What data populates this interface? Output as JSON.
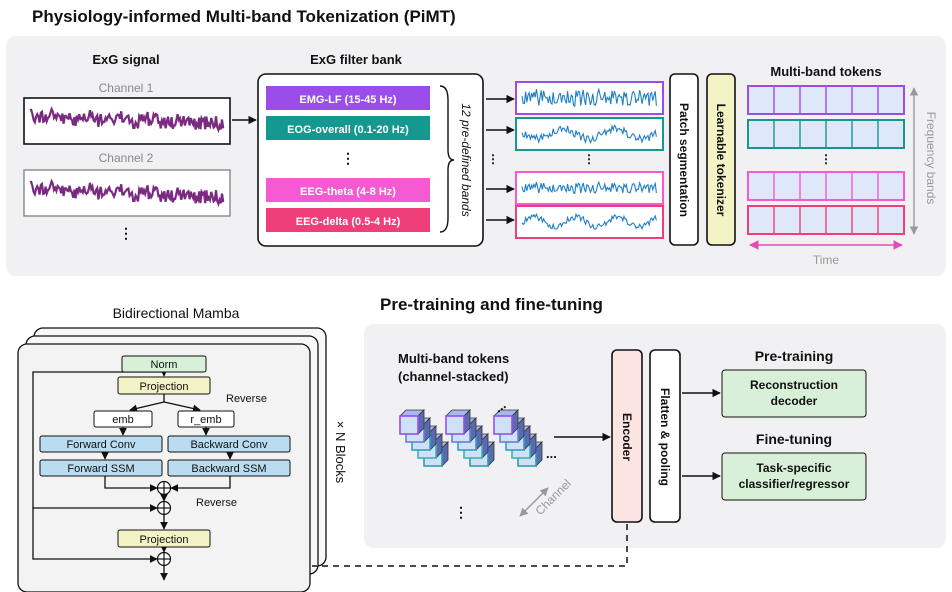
{
  "piMT": {
    "title": "Physiology-informed Multi-band Tokenization (PiMT)",
    "exg_signal": {
      "heading": "ExG signal",
      "channels": [
        "Channel 1",
        "Channel 2"
      ],
      "ellipsis": "⋮"
    },
    "filter_bank": {
      "heading": "ExG filter bank",
      "side_label": "12 pre-defined bands",
      "bands": [
        {
          "label": "EMG-LF (15-45 Hz)",
          "color": "#9b4dea"
        },
        {
          "label": "EOG-overall (0.1-20 Hz)",
          "color": "#149890"
        },
        {
          "label": "EEG-theta (4-8 Hz)",
          "color": "#f55ad3"
        },
        {
          "label": "EEG-delta (0.5-4 Hz)",
          "color": "#ee3f7a"
        }
      ],
      "ellipsis": "⋮"
    },
    "patch_segmentation": "Patch segmentation",
    "learnable_tokenizer": "Learnable tokenizer",
    "tokens": {
      "heading": "Multi-band tokens",
      "frequency_label": "Frequency bands",
      "time_label": "Time",
      "ellipsis": "⋮"
    }
  },
  "mamba": {
    "title": "Bidirectional Mamba",
    "norm": "Norm",
    "projection_top": "Projection",
    "reverse_top": "Reverse",
    "emb": "emb",
    "r_emb": "r_emb",
    "forward_conv": "Forward Conv",
    "backward_conv": "Backward Conv",
    "forward_ssm": "Forward SSM",
    "backward_ssm": "Backward SSM",
    "reverse_bottom": "Reverse",
    "projection_bottom": "Projection",
    "plus": "+",
    "blocks_label": "× N Blocks"
  },
  "pretrain": {
    "title": "Pre-training and fine-tuning",
    "tokens_heading": [
      "Multi-band tokens",
      "(channel-stacked)"
    ],
    "channel_label": "Channel",
    "encoder": "Encoder",
    "flatten": "Flatten & pooling",
    "pretraining_heading": "Pre-training",
    "decoder": [
      "Reconstruction",
      "decoder"
    ],
    "finetuning_heading": "Fine-tuning",
    "classifier": [
      "Task-specific",
      "classifier/regressor"
    ]
  },
  "colors": {
    "purple": "#9b4dea",
    "teal": "#149890",
    "pink": "#f55ad3",
    "rose": "#ee3f7a",
    "signal": "#7b2a82",
    "token_fill": "#dfe8f8",
    "panel_bg": "#f1f1f3"
  }
}
